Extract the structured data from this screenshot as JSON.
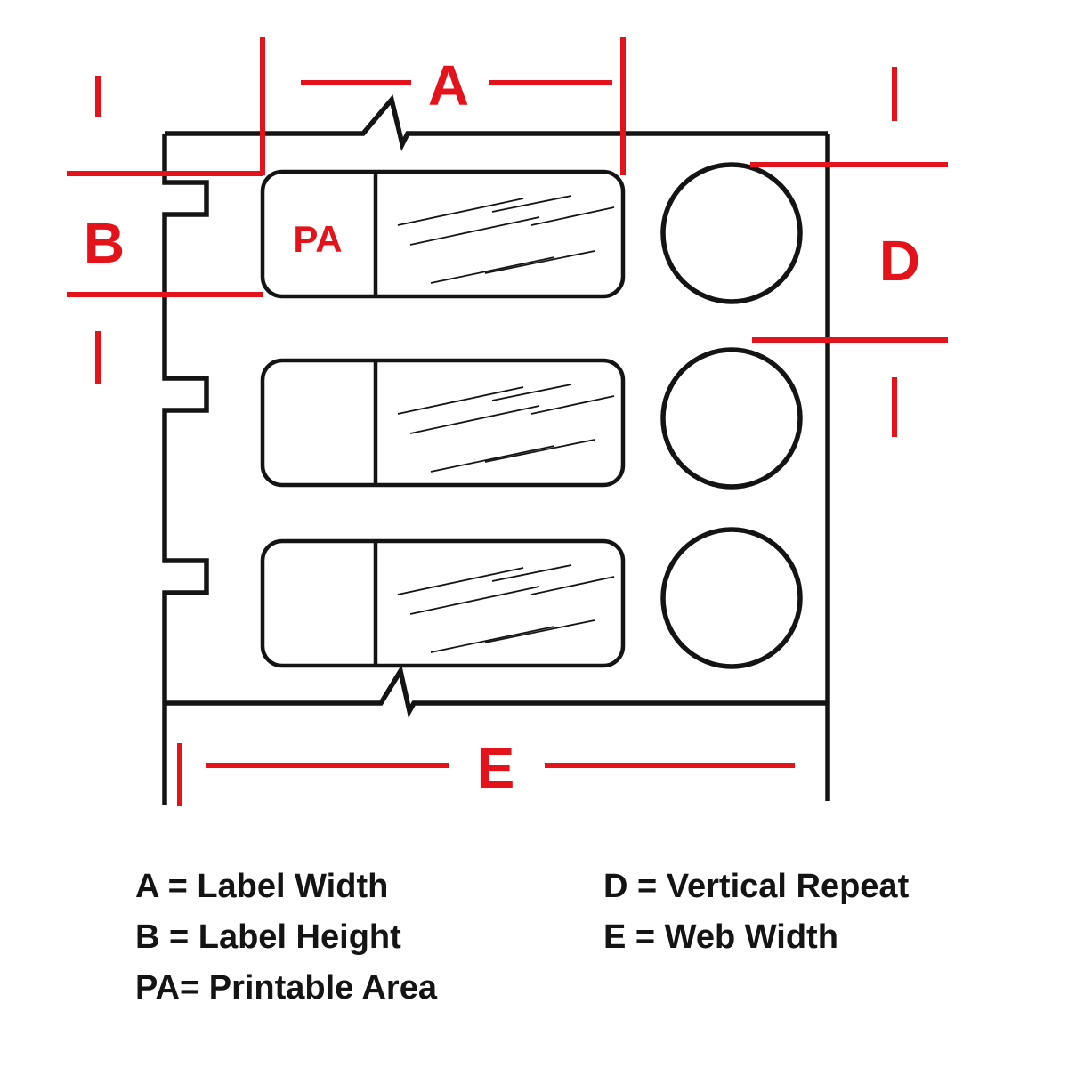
{
  "colors": {
    "red": "#e4131b",
    "line_black": "#141414",
    "background": "#ffffff"
  },
  "diagram": {
    "dims": {
      "a": "A",
      "b": "B",
      "d": "D",
      "e": "E"
    },
    "pa": "PA"
  },
  "legend": {
    "left": [
      "A = Label Width",
      "B = Label Height",
      "PA= Printable Area"
    ],
    "right": [
      "D = Vertical Repeat",
      "E = Web Width"
    ]
  }
}
